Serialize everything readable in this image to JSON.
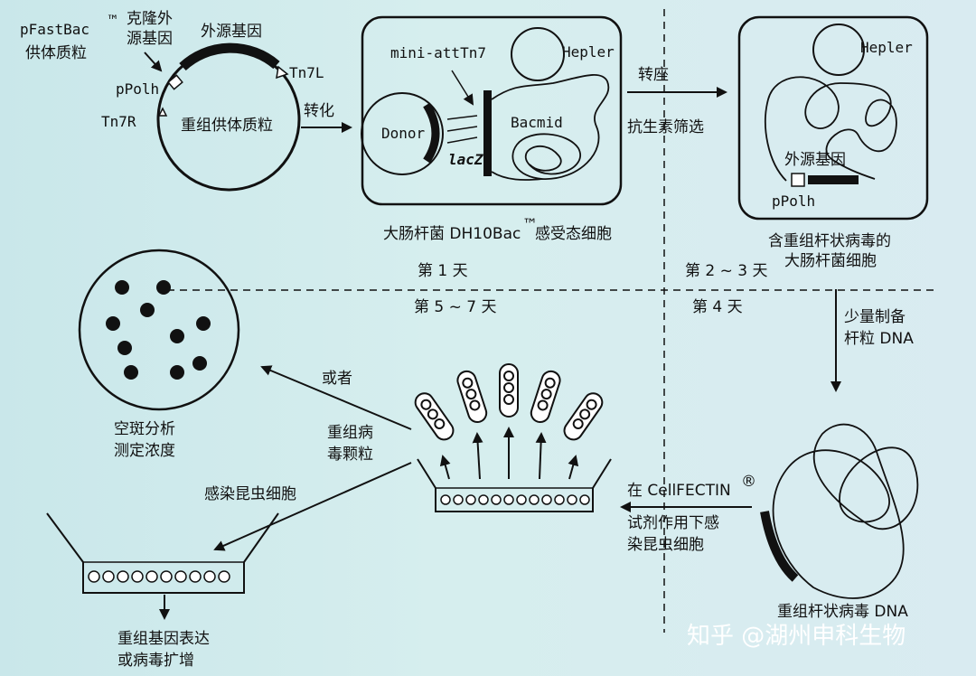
{
  "labels": {
    "pfastbac": "pFastBac",
    "tm": "™",
    "donor_plasmid": "供体质粒",
    "clone_site_1": "克隆外",
    "clone_site_2": "源基因",
    "foreign_gene": "外源基因",
    "tn7l": "Tn7L",
    "tn7r": "Tn7R",
    "ppolh": "pPolh",
    "recombinant_donor": "重组供体质粒",
    "transform": "转化",
    "mini_att": "mini-attTn7",
    "helper": "Hepler",
    "donor": "Donor",
    "bacmid": "Bacmid",
    "lacz": "lacZ",
    "ecoli_cells": "大肠杆菌 DH10Bac",
    "competent": "感受态细胞",
    "transpose": "转座",
    "antibiotic": "抗生素筛选",
    "helper2": "Hepler",
    "foreign_gene2": "外源基因",
    "ppolh2": "pPolh",
    "ecoli_virus_1": "含重组杆状病毒的",
    "ecoli_virus_2": "大肠杆菌细胞",
    "day1": "第 1 天",
    "day23": "第 2 ~ 3 天",
    "day57": "第 5 ~ 7 天",
    "day4": "第 4 天",
    "prep_1": "少量制备",
    "prep_2": "杆粒 DNA",
    "plaque_1": "空斑分析",
    "plaque_2": "测定浓度",
    "or": "或者",
    "virus_1": "重组病",
    "virus_2": "毒颗粒",
    "infect_insect": "感染昆虫细胞",
    "cellfectin": "在 CellFECTIN",
    "reg": "®",
    "transfect_1": "试剂作用下感",
    "transfect_2": "染昆虫细胞",
    "recomb_dna": "重组杆状病毒 DNA",
    "express_1": "重组基因表达",
    "express_2": "或病毒扩增"
  },
  "watermark": "知乎 @湖州申科生物"
}
